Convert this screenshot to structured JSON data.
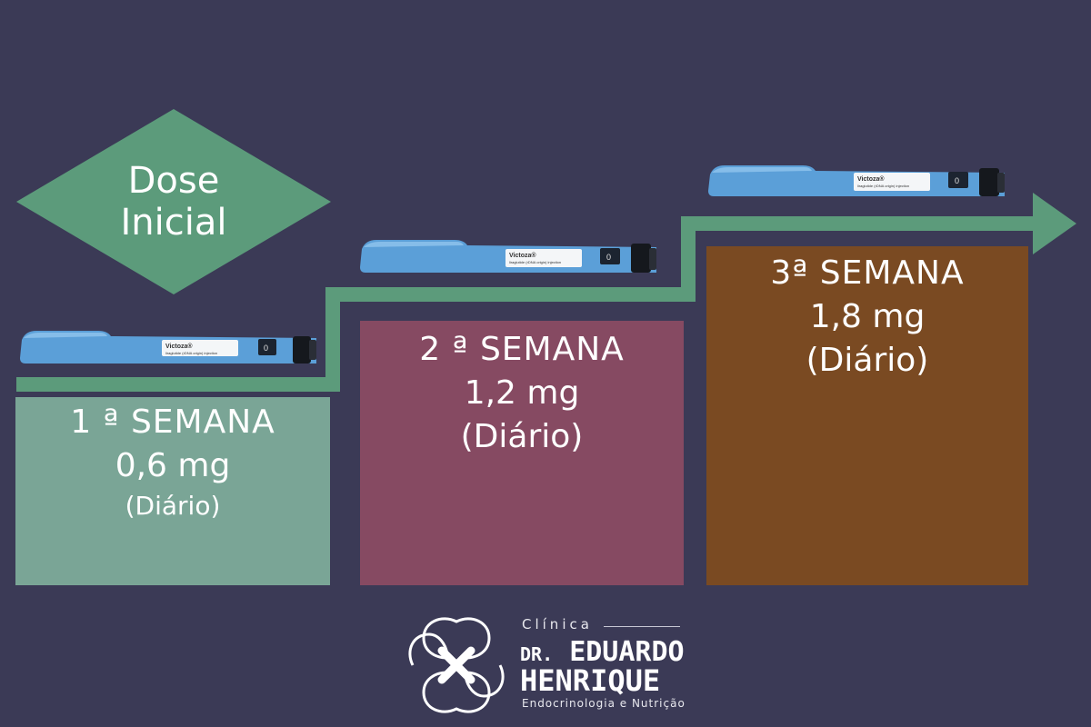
{
  "colors": {
    "background": "#3b3a56",
    "accent_green": "#5c9b7b",
    "week1": "#7aa596",
    "week2": "#864a62",
    "week3": "#7a4a22",
    "pen_blue": "#5b9fd8"
  },
  "start_label": {
    "line1": "Dose",
    "line2": "Inicial"
  },
  "weeks": [
    {
      "week": "1 ª  SEMANA",
      "dose": "0,6 mg",
      "frequency": "(Diário)"
    },
    {
      "week": "2 ª SEMANA",
      "dose": "1,2 mg",
      "frequency": "(Diário)"
    },
    {
      "week": "3ª SEMANA",
      "dose": "1,8 mg",
      "frequency": "(Diário)"
    }
  ],
  "pen": {
    "brand": "Victoza®",
    "subtitle": "liraglutide (rDNA origin) injection",
    "dial": "0"
  },
  "logo": {
    "clinic": "Clínica",
    "prefix": "DR.",
    "first_name": "EDUARDO",
    "last_name": "HENRIQUE",
    "specialty": "Endocrinologia e Nutrição"
  }
}
